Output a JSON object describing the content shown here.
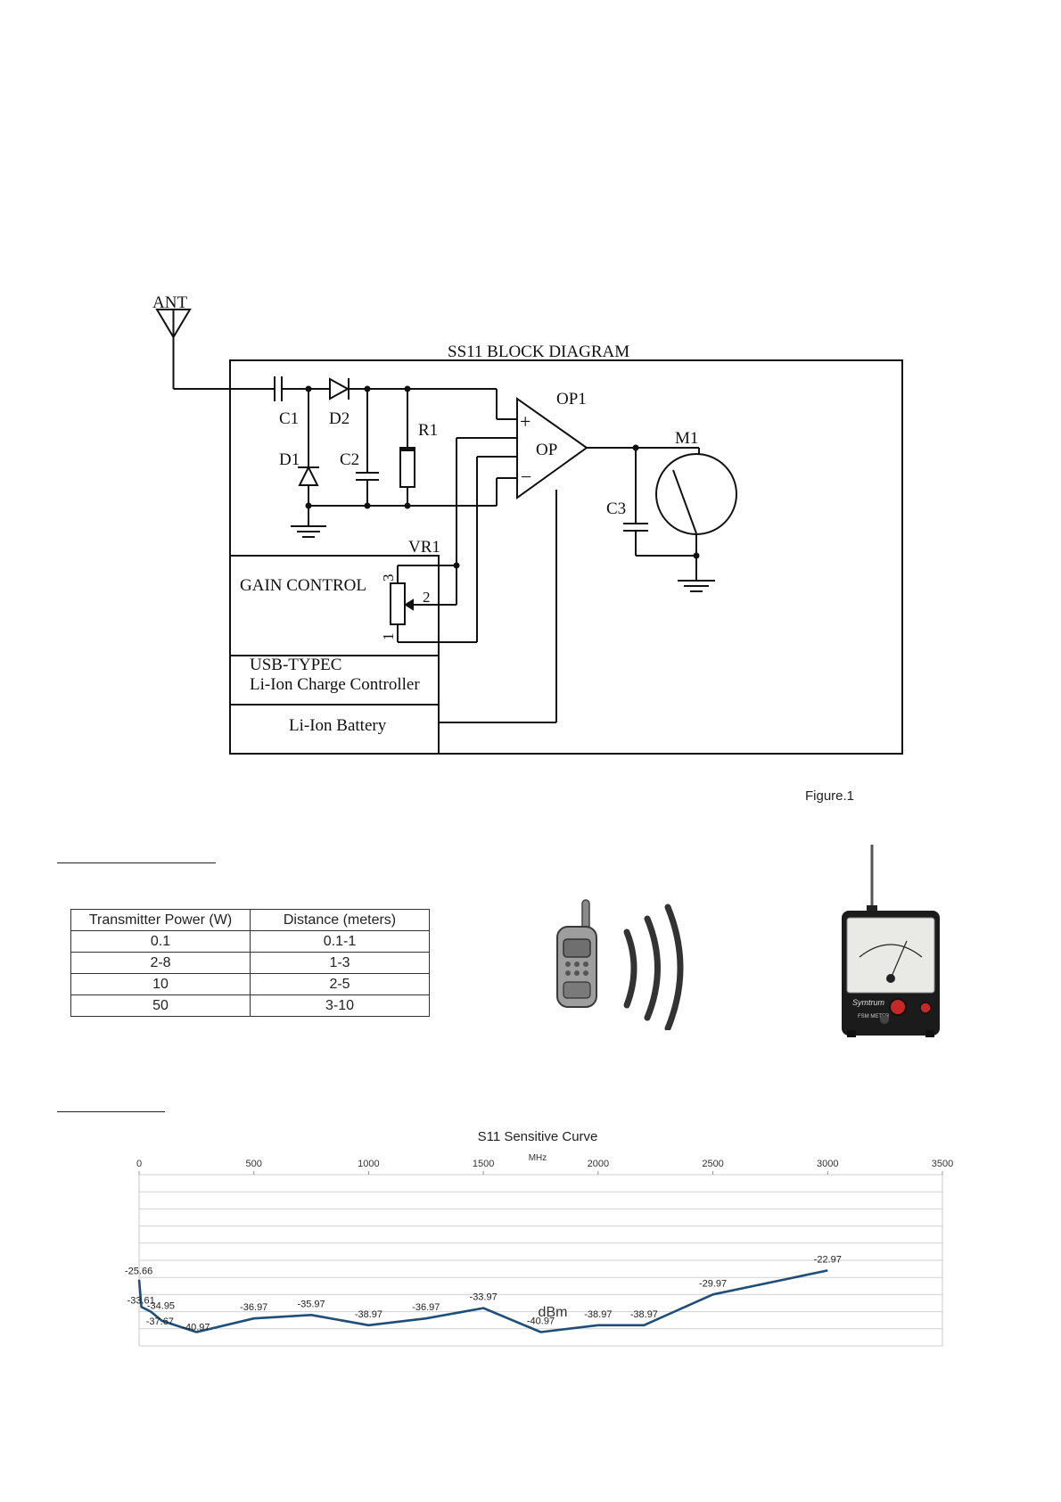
{
  "schematic": {
    "antenna_label": "ANT",
    "title": "SS11 BLOCK DIAGRAM",
    "labels": {
      "c1": "C1",
      "d2": "D2",
      "d1": "D1",
      "c2": "C2",
      "r1": "R1",
      "op1": "OP1",
      "op": "OP",
      "plus": "+",
      "minus": "−",
      "m1": "M1",
      "c3": "C3",
      "vr1": "VR1",
      "pin3": "3",
      "pin2": "2",
      "pin1": "1"
    },
    "blocks": {
      "gain": "GAIN CONTROL",
      "usb_line1": "USB-TYPEC",
      "usb_line2": "Li-Ion Charge Controller",
      "battery": "Li-Ion Battery"
    }
  },
  "figure_caption": "Figure.1",
  "power_table": {
    "headers": [
      "Transmitter Power (W)",
      "Distance  (meters)"
    ],
    "rows": [
      [
        "0.1",
        "0.1-1"
      ],
      [
        "2-8",
        "1-3"
      ],
      [
        "10",
        "2-5"
      ],
      [
        "50",
        "3-10"
      ]
    ]
  },
  "meter": {
    "brand": "Symtrum",
    "model": "FSM METER"
  },
  "chart_data": {
    "type": "line",
    "title": "S11 Sensitive Curve",
    "xlabel": "MHz",
    "ylabel": "dBm",
    "x_ticks": [
      "0",
      "500",
      "1000",
      "1500",
      "2000",
      "2500",
      "3000",
      "3500"
    ],
    "xlim": [
      0,
      3500
    ],
    "ylim": [
      -45,
      5
    ],
    "grid": true,
    "series": [
      {
        "x": [
          0,
          10,
          50,
          100,
          250,
          500,
          750,
          1000,
          1250,
          1500,
          1750,
          2000,
          2200,
          2500,
          3000
        ],
        "y": [
          -25.66,
          -33.61,
          -34.95,
          -37.67,
          -40.97,
          -36.97,
          -35.97,
          -38.97,
          -36.97,
          -33.97,
          -40.97,
          -38.97,
          -38.97,
          -29.97,
          -22.97
        ],
        "labels": [
          "-25.66",
          "-33.61",
          "-34.95",
          "-37.67",
          "-40.97",
          "-36.97",
          "-35.97",
          "-38.97",
          "-36.97",
          "-33.97",
          "-40.97",
          "-38.97",
          "-38.97",
          "-29.97",
          "-22.97"
        ],
        "color": "#1f4e79"
      }
    ]
  }
}
